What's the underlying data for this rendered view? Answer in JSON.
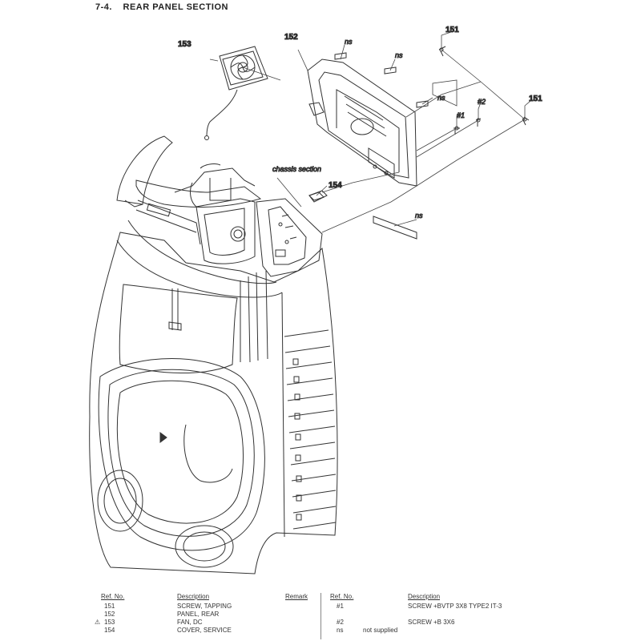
{
  "header": {
    "number": "7-4.",
    "title": "REAR PANEL SECTION"
  },
  "callouts": {
    "c151a": "151",
    "c151b": "151",
    "c152": "152",
    "c153": "153",
    "c154": "154",
    "h1": "#1",
    "h2": "#2",
    "ns1": "ns",
    "ns2": "ns",
    "ns3": "ns",
    "ns4": "ns",
    "chassis": "chassis section"
  },
  "table": {
    "left": {
      "col_ref": "Ref. No.",
      "col_desc": "Description",
      "col_remark": "Remark",
      "rows": [
        {
          "mark": "",
          "ref": "151",
          "desc": "SCREW, TAPPING"
        },
        {
          "mark": "",
          "ref": "152",
          "desc": "PANEL, REAR"
        },
        {
          "mark": "⚠",
          "ref": "153",
          "desc": "FAN, DC"
        },
        {
          "mark": "",
          "ref": "154",
          "desc": "COVER, SERVICE"
        }
      ]
    },
    "right": {
      "col_ref": "Ref. No.",
      "col_desc": "Description",
      "rows": [
        {
          "ref": "#1",
          "desc": "SCREW +BVTP 3X8 TYPE2 IT-3"
        },
        {
          "ref": "",
          "desc": ""
        },
        {
          "ref": "#2",
          "desc": "SCREW +B 3X6"
        },
        {
          "ref": "ns",
          "desc": "not supplied"
        }
      ]
    }
  }
}
